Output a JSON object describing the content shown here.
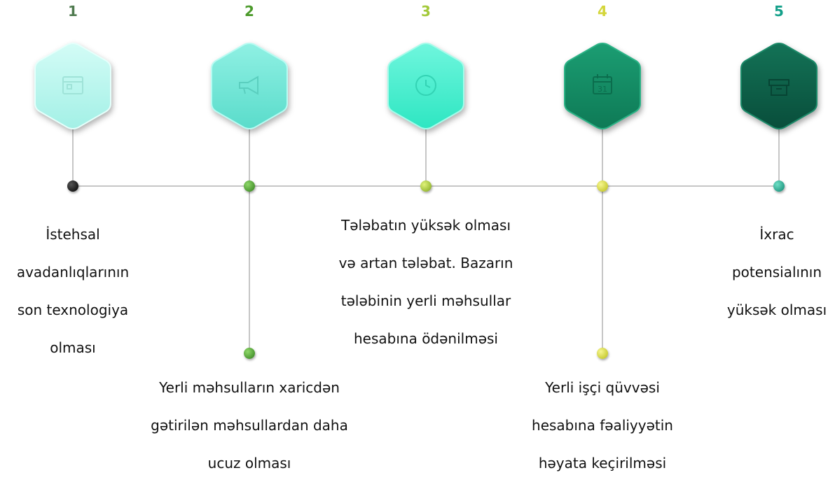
{
  "colors": {
    "num1": "#4f7a4f",
    "num2": "#4b9a2a",
    "num3": "#a3c93a",
    "num4": "#d4d63a",
    "num5": "#14a08a",
    "hex1": "#b4f7ef",
    "hex2": "#6fe6d6",
    "hex3": "#3ff0cf",
    "hex4": "#138a63",
    "hex5": "#0b5d47",
    "dot1": "#111111",
    "dot2": "#3d9a26",
    "dot3": "#9cc72c",
    "dot4": "#d8dc2a",
    "dot5": "#1aa58c"
  },
  "steps": [
    {
      "number": "1",
      "icon": "calendar-icon",
      "lines": [
        "İstehsal",
        "avadanlıqlarının",
        "son texnologiya",
        "olması"
      ]
    },
    {
      "number": "2",
      "icon": "megaphone-icon",
      "lines": [
        "Yerli məhsulların xaricdən",
        "gətirilən məhsullardan daha",
        "ucuz olması"
      ]
    },
    {
      "number": "3",
      "icon": "clock-icon",
      "lines": [
        "Tələbatın yüksək olması",
        "və artan tələbat. Bazarın",
        "tələbinin yerli məhsullar",
        "hesabına ödənilməsi"
      ]
    },
    {
      "number": "4",
      "icon": "calendar-31-icon",
      "lines": [
        "Yerli işçi qüvvəsi",
        "hesabına fəaliyyətin",
        "həyata keçirilməsi"
      ]
    },
    {
      "number": "5",
      "icon": "box-icon",
      "lines": [
        "İxrac",
        "potensialının",
        "yüksək olması"
      ]
    }
  ]
}
